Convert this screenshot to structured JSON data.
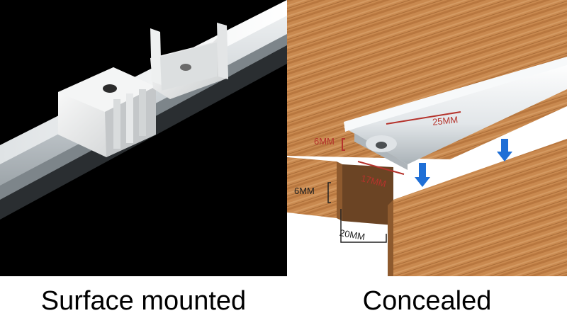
{
  "captions": {
    "left": "Surface mounted",
    "right": "Concealed"
  },
  "dimensions": {
    "profile_width": "25MM",
    "profile_height": "6MM",
    "profile_bottom_width": "17MM",
    "groove_depth": "6MM",
    "groove_width": "20MM"
  },
  "colors": {
    "dimension_red": "#b5332c",
    "arrow_blue": "#1f6fd6",
    "wood": "#c8884f",
    "aluminum": "#d8dde0"
  }
}
